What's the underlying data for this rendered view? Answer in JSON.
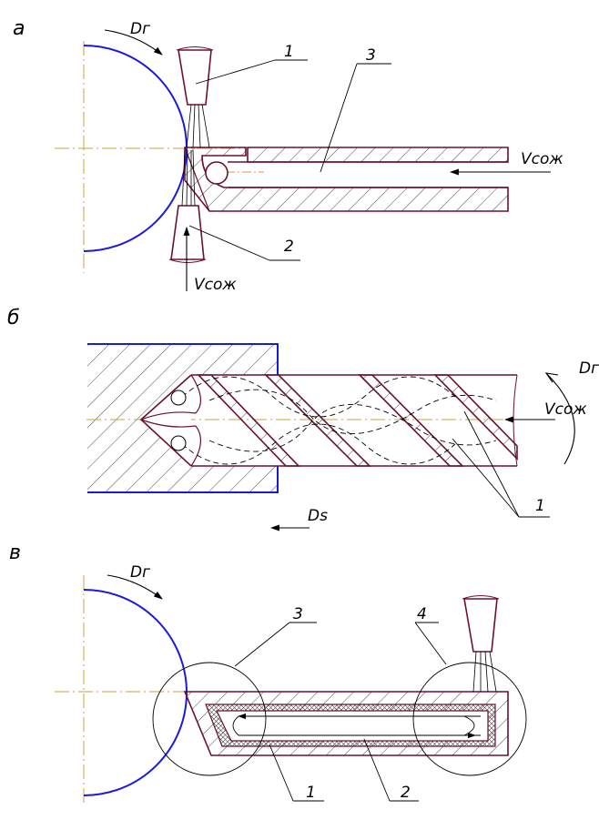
{
  "panels": {
    "a": {
      "letter": "а",
      "rotation_label": "Dг",
      "callouts": [
        "1",
        "2",
        "3"
      ],
      "coolant_label_right": "Vсож",
      "coolant_label_bottom": "Vсож"
    },
    "b": {
      "letter": "б",
      "rotation_label": "Dг",
      "coolant_label": "Vсож",
      "feed_label": "Ds",
      "callouts": [
        "1"
      ]
    },
    "c": {
      "letter": "в",
      "rotation_label": "Dг",
      "callouts": [
        "3",
        "4",
        "1",
        "2"
      ]
    }
  },
  "colors": {
    "workpiece_arc": "#1a1adf",
    "tool_outline": "#6b1030",
    "center_line": "#c8a040",
    "hatch": "#333333",
    "text": "#000000"
  }
}
